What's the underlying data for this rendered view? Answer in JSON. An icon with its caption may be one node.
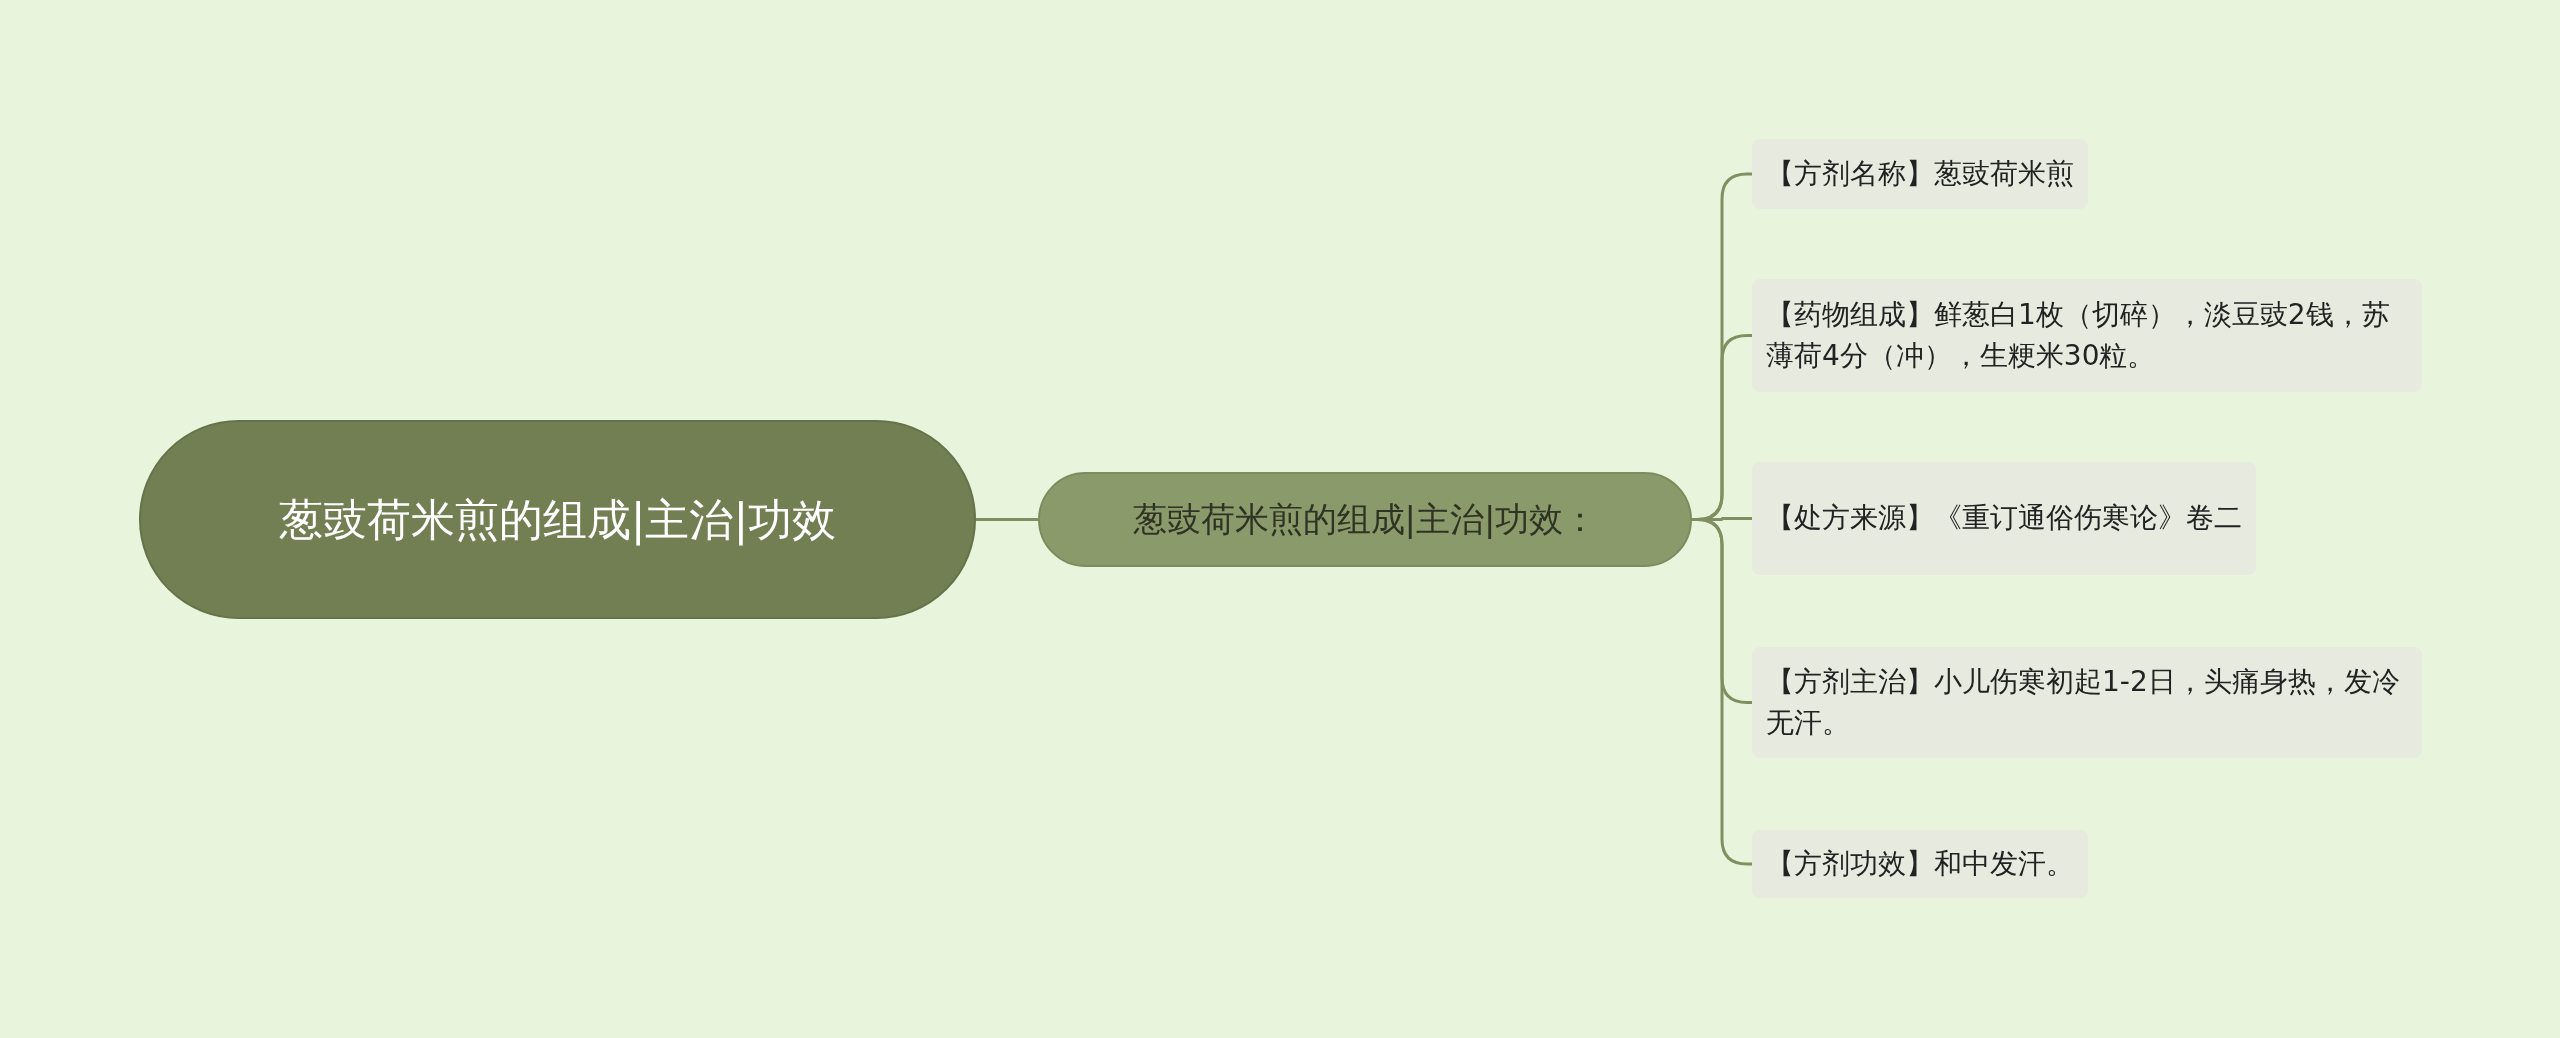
{
  "diagram": {
    "nodes": [
      {
        "text": [
          "葱豉荷米煎的组成|主治|功效"
        ]
      },
      {
        "text": [
          "葱豉荷米煎的组成|主治|功效："
        ]
      },
      {
        "text": [
          "【方剂名称】葱豉荷米煎"
        ]
      },
      {
        "text": [
          "【药物组成】鲜葱白1枚（切碎），淡豆豉2钱，苏薄荷4分（冲），生粳米30粒。"
        ]
      },
      {
        "text": [
          "【处方来源】《重订通俗伤寒论》卷二"
        ]
      },
      {
        "text": [
          "【方剂主治】小儿伤寒初起1-2日，头痛身热，发冷无汗。"
        ]
      },
      {
        "text": [
          "【方剂功效】和中发汗。"
        ]
      }
    ],
    "edges": [
      {
        "from": 0,
        "to": 1,
        "arrow": "none"
      },
      {
        "from": 1,
        "to": 2,
        "arrow": "none"
      },
      {
        "from": 1,
        "to": 3,
        "arrow": "none"
      },
      {
        "from": 1,
        "to": 4,
        "arrow": "none"
      },
      {
        "from": 1,
        "to": 5,
        "arrow": "none"
      },
      {
        "from": 1,
        "to": 6,
        "arrow": "none"
      }
    ]
  }
}
